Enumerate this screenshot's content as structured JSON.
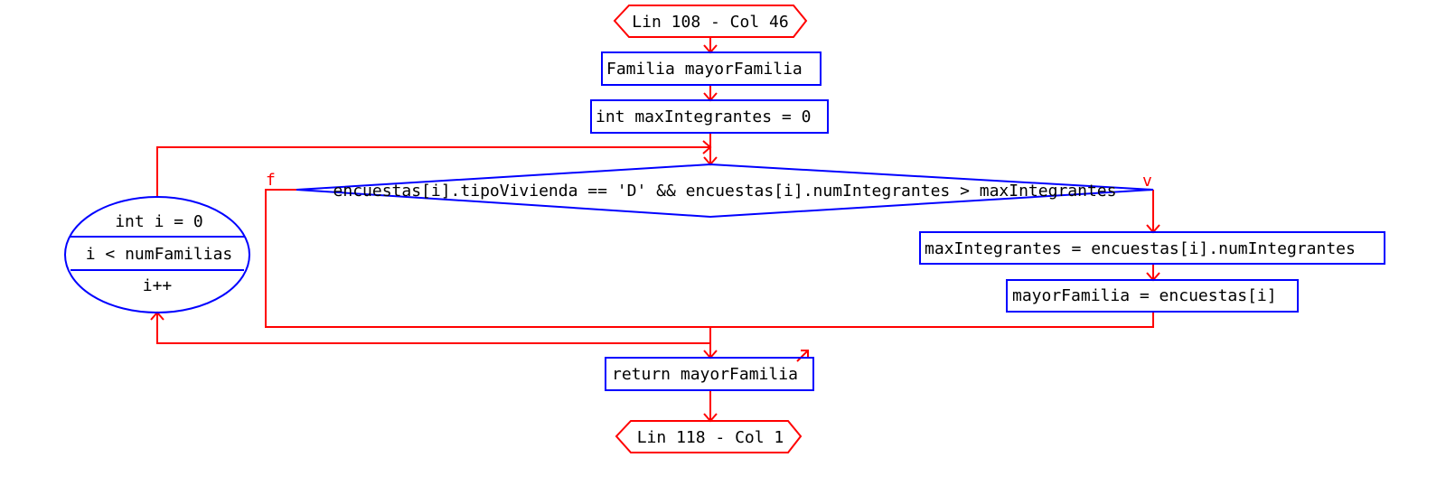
{
  "colors": {
    "flow": "#ff0000",
    "shape": "#0000ff",
    "text": "#000000",
    "background": "#ffffff"
  },
  "nodes": {
    "start": "Lin 108 - Col 46",
    "decl_familia": "Familia mayorFamilia",
    "decl_max": "int maxIntegrantes = 0",
    "condition": "encuestas[i].tipoVivienda == 'D' && encuestas[i].numIntegrantes > maxIntegrantes",
    "for_init": "int i = 0",
    "for_cond": "i < numFamilias",
    "for_step": "i++",
    "assign_max": "maxIntegrantes = encuestas[i].numIntegrantes",
    "assign_familia": "mayorFamilia = encuestas[i]",
    "ret": "return mayorFamilia",
    "end": "Lin 118 - Col 1"
  },
  "branch_labels": {
    "false": "f",
    "true": "v"
  }
}
